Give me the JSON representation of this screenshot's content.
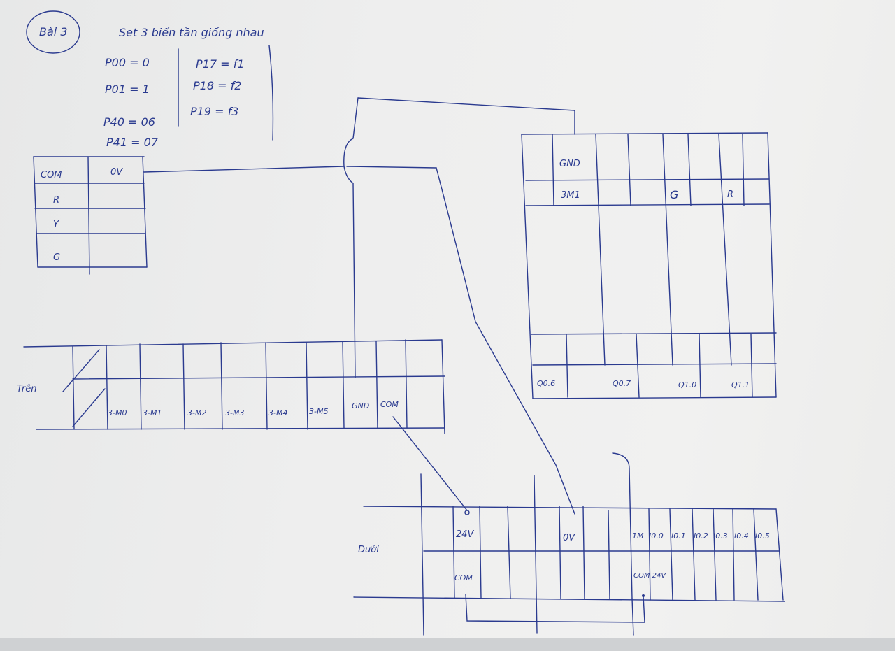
{
  "header": {
    "title": "Bài 3",
    "note": "Set 3 biến tần giống nhau"
  },
  "params_left": [
    "P00 = 0",
    "P01 = 1",
    "P40 = 06",
    "P41 = 07"
  ],
  "params_right": [
    "P17 = f1",
    "P18 = f2",
    "P19 = f3"
  ],
  "light_table": {
    "header": [
      "COM",
      "0V"
    ],
    "rows": [
      "R",
      "Y",
      "G"
    ]
  },
  "top_module": {
    "row1": [
      "GND",
      "",
      "",
      "",
      "",
      "",
      "",
      "",
      ""
    ],
    "row2": [
      "3M1",
      "",
      "",
      "",
      "G",
      "",
      "R",
      ""
    ],
    "bottom": [
      "Q0.6",
      "Q0.7",
      "Q1.0",
      "Q1.1"
    ]
  },
  "tren_block": {
    "label": "Trên",
    "terminals": [
      "3-M0",
      "3-M1",
      "3-M2",
      "3-M3",
      "3-M4",
      "3-M5",
      "GND",
      "COM"
    ]
  },
  "duoi_block": {
    "label": "Dưới",
    "row1": [
      "24V",
      "0V",
      "1M",
      "I0.0",
      "I0.1",
      "I0.2",
      "I0.3",
      "I0.4",
      "I0.5"
    ],
    "row2": [
      "COM",
      "COM 24V"
    ]
  }
}
